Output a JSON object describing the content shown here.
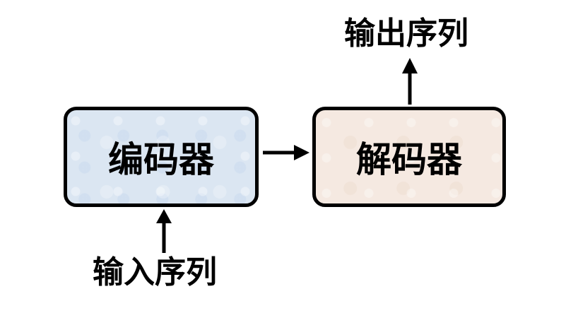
{
  "diagram": {
    "encoder_label": "编码器",
    "decoder_label": "解码器",
    "input_label": "输入序列",
    "output_label": "输出序列"
  },
  "colors": {
    "encoder_fill": "#dbe6f2",
    "decoder_fill": "#f5e9e1",
    "stroke": "#000000"
  }
}
